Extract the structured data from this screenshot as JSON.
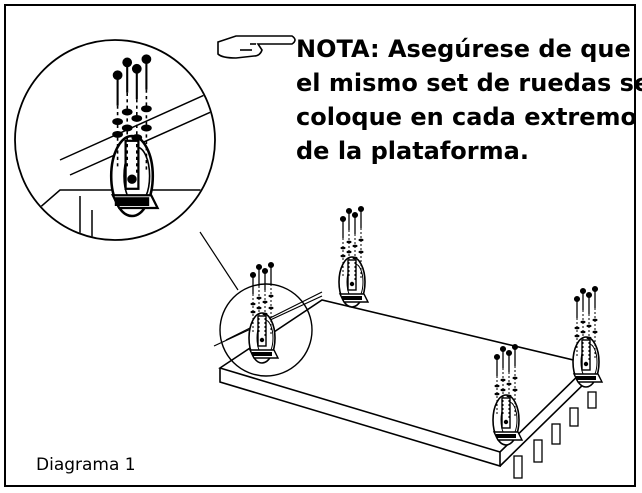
{
  "note": {
    "lines": [
      "NOTA: Asegúrese de que",
      "el mismo set de ruedas se",
      "coloque en cada extremo",
      "de la plataforma."
    ]
  },
  "caption": "Diagrama 1",
  "icons": [
    "pointing-hand-icon"
  ],
  "colors": {
    "line": "#000000",
    "background": "#ffffff"
  }
}
